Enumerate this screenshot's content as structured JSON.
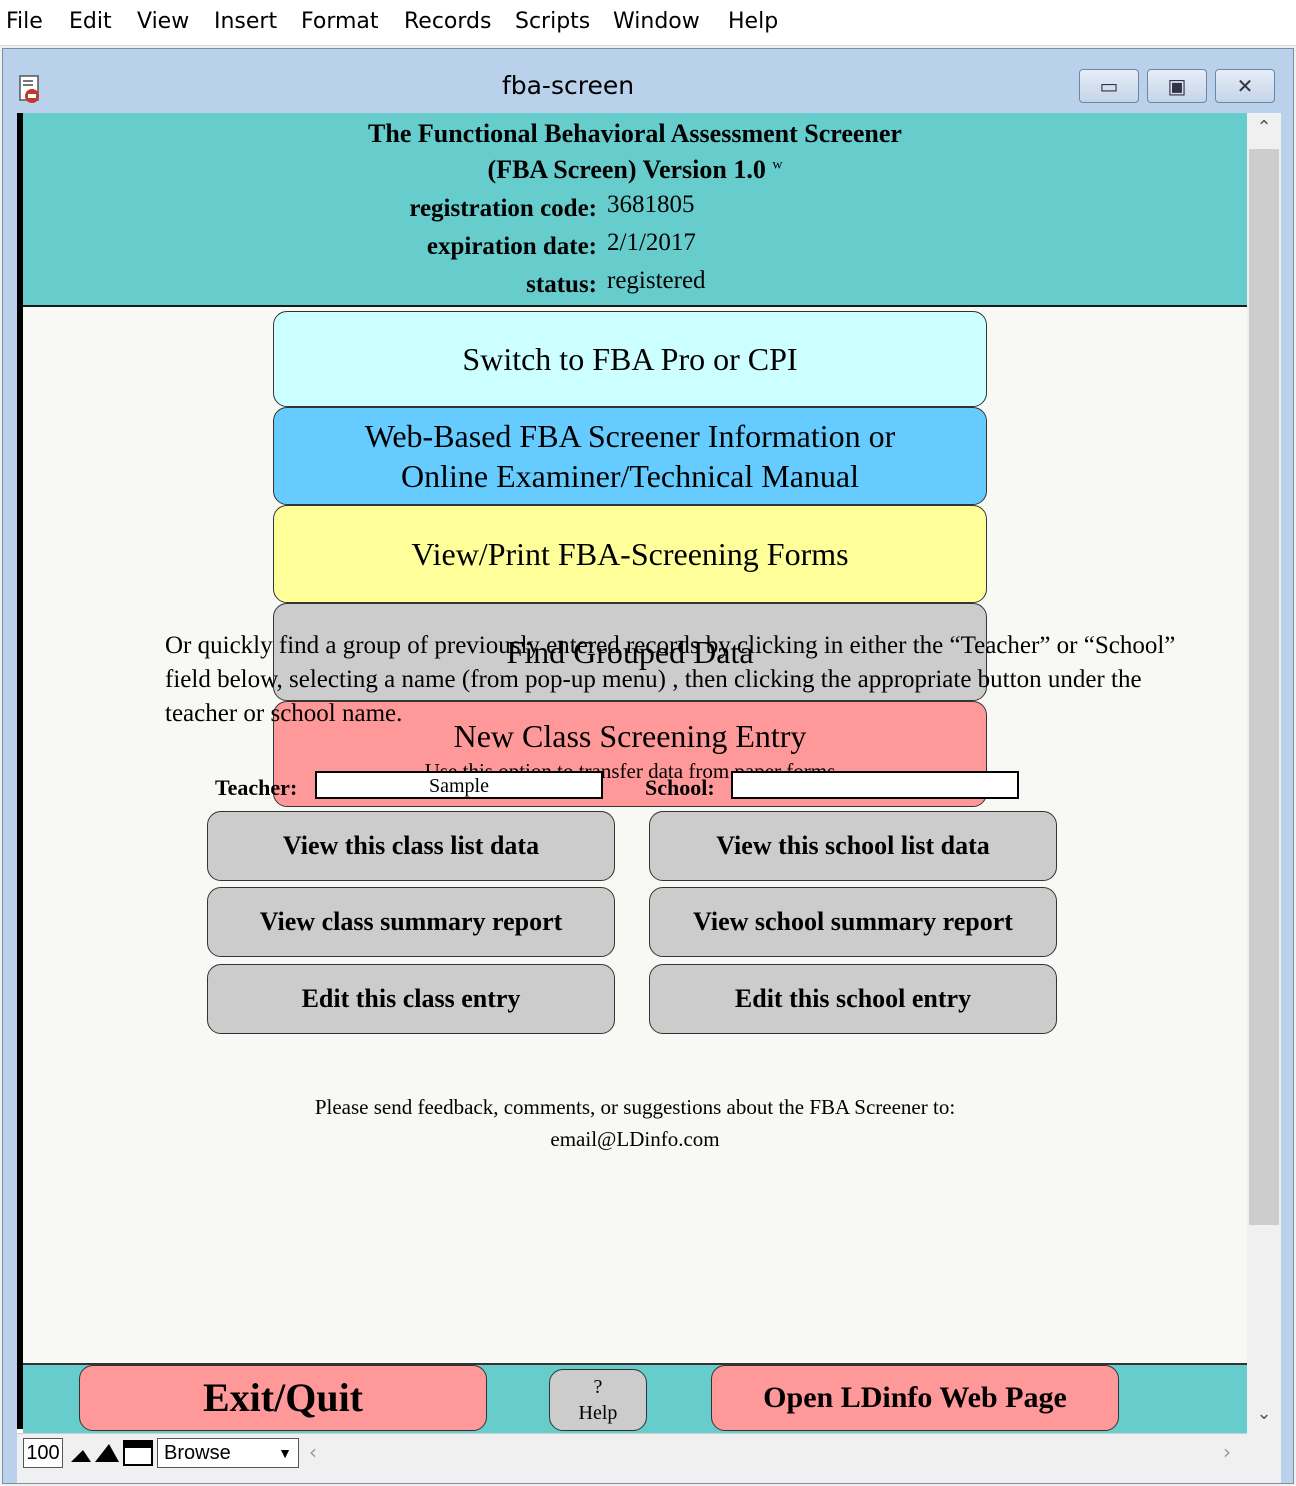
{
  "menu": [
    "File",
    "Edit",
    "View",
    "Insert",
    "Format",
    "Records",
    "Scripts",
    "Window",
    "Help"
  ],
  "window": {
    "title": "fba-screen"
  },
  "header": {
    "line1": "The Functional Behavioral Assessment Screener",
    "line2": "(FBA Screen) Version 1.0",
    "line2_sup": "w",
    "reg_label": "registration code:",
    "reg_value": "3681805",
    "exp_label": "expiration date:",
    "exp_value": "2/1/2017",
    "status_label": "status:",
    "status_value": "registered"
  },
  "buttons": {
    "switch": "Switch to FBA Pro or CPI",
    "web_line1": "Web-Based FBA Screener Information or",
    "web_line2": "Online Examiner/Technical Manual",
    "view_print": "View/Print FBA-Screening Forms",
    "find": "Find Grouped Data",
    "new_class": "New Class Screening Entry",
    "new_class_sub": "Use this option to transfer data from paper forms"
  },
  "intro": "Or quickly find a group of previously entered records by clicking in either the “Teacher” or “School” field below, selecting a name (from pop-up menu) , then clicking the appropriate button under the teacher or school name.",
  "teacher": {
    "label": "Teacher:",
    "value": "Sample",
    "view_list": "View this class list data",
    "summary": "View class summary report",
    "edit": "Edit this class entry"
  },
  "school": {
    "label": "School:",
    "value": "",
    "view_list": "View this school list data",
    "summary": "View school summary report",
    "edit": "Edit this school entry"
  },
  "feedback": {
    "line1": "Please send feedback, comments, or suggestions about the FBA Screener to:",
    "line2": "email@LDinfo.com"
  },
  "footer": {
    "exit": "Exit/Quit",
    "help_q": "?",
    "help": "Help",
    "open_web": "Open LDinfo Web Page"
  },
  "statusbar": {
    "zoom": "100",
    "mode": "Browse"
  },
  "colors": {
    "header_bg": "#66cccc",
    "switch_bg": "#ccffff",
    "web_bg": "#66ccff",
    "view_bg": "#ffff99",
    "find_bg": "#cccccc",
    "new_bg": "#ff9999"
  }
}
